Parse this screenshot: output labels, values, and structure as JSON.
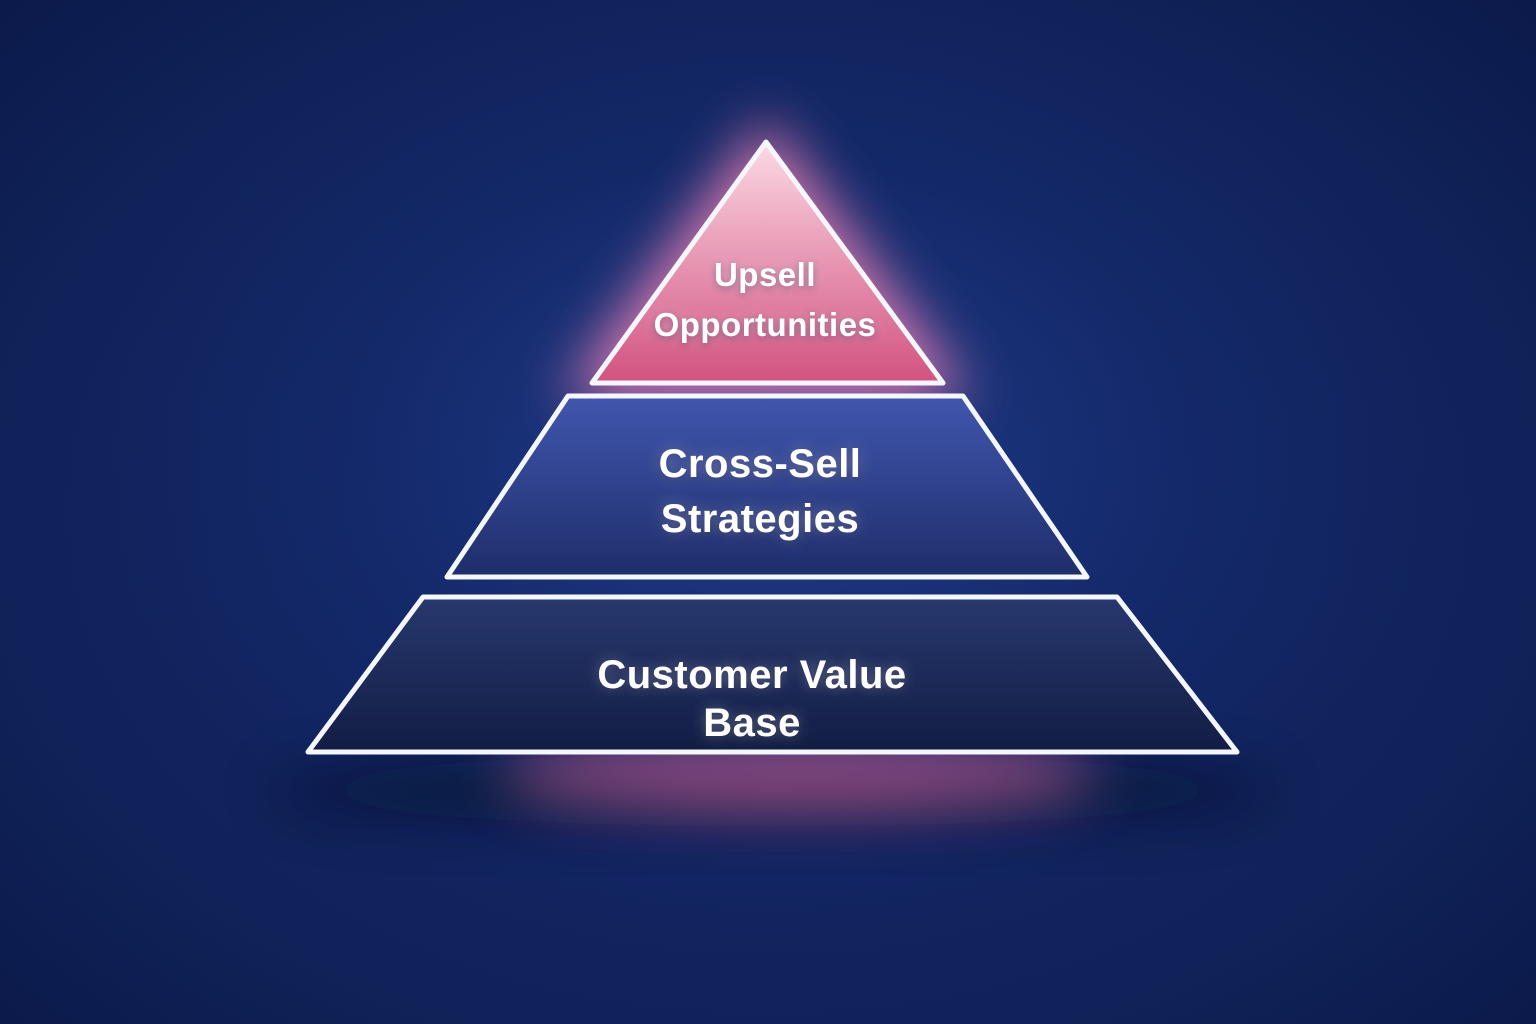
{
  "diagram": {
    "type": "pyramid",
    "tier_count": 3,
    "tiers": [
      {
        "id": "upsell",
        "line1": "Upsell",
        "line2": "Opportunities",
        "label": "Upsell Opportunities"
      },
      {
        "id": "cross-sell",
        "line1": "Cross-Sell",
        "line2": "Strategies",
        "label": "Cross-Sell Strategies"
      },
      {
        "id": "base",
        "line1": "Customer Value Base",
        "line2": "",
        "label": "Customer Value Base"
      }
    ]
  },
  "colors": {
    "background_center": "#14296e",
    "background_edge": "#071033",
    "tier1_top": "#fcd9e4",
    "tier1_bottom": "#d25280",
    "tier1_glow": "#ff86b8",
    "tier2_top": "#4156ae",
    "tier2_bottom": "#1e2d6a",
    "tier3_top": "#28386e",
    "tier3_bottom": "#121d44",
    "edge_stroke": "#f5f7ff",
    "base_glow": "#ff6fb4",
    "shimmer": "#ffd6e6",
    "text": "#ffffff",
    "ground_shadow": "#04081f"
  }
}
